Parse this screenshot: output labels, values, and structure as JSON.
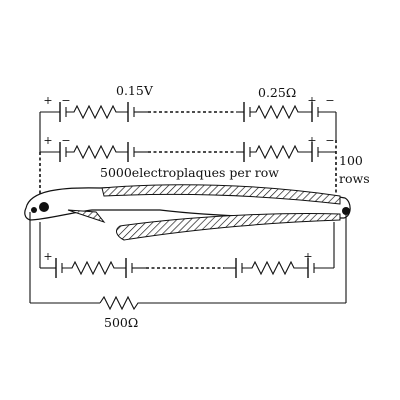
{
  "labels": {
    "cell_voltage": "0.15V",
    "internal_resistance": "0.25Ω",
    "plaques_per_row": "5000electroplaques per row",
    "rows_count": "100",
    "rows_word": "rows",
    "external_resistance": "500Ω"
  },
  "polarity": {
    "plus": "+",
    "minus": "−"
  },
  "colors": {
    "ink": "#111111",
    "background": "#ffffff"
  },
  "icons": {
    "resistor": "zigzag-resistor-icon",
    "cell": "battery-cell-icon",
    "eel": "electric-eel-illustration",
    "electrode": "electrode-dot-icon"
  }
}
